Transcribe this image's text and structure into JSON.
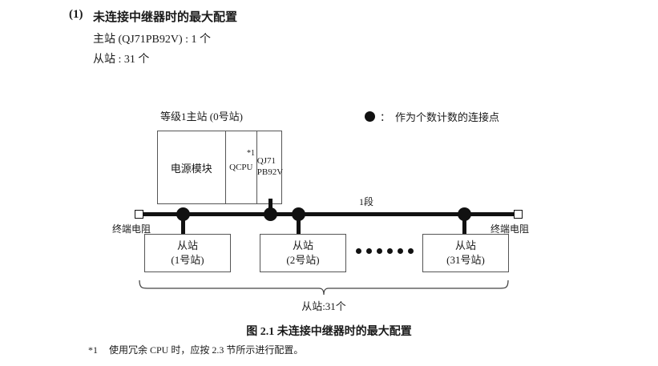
{
  "heading": {
    "number": "(1)",
    "title": "未连接中继器时的最大配置",
    "spec_master": "主站 (QJ71PB92V) : 1 个",
    "spec_slave": "从站 : 31 个"
  },
  "legend": {
    "icon": "filled-circle-icon",
    "separator": "：",
    "text": "作为个数计数的连接点"
  },
  "diagram": {
    "master": {
      "caption": "等级1主站 (0号站)",
      "cells": [
        {
          "label": "电源模块"
        },
        {
          "label": "QCPU",
          "superscript": "*1"
        },
        {
          "line1": "QJ71",
          "line2": "PB92V"
        }
      ]
    },
    "bus": {
      "segment_label": "1段",
      "terminator_left": "终端电阻",
      "terminator_right": "终端电阻",
      "terminator_icon": "terminating-resistor-icon",
      "node_icon": "connection-node-icon"
    },
    "slaves": [
      {
        "title": "从站",
        "subtitle": "(1号站)"
      },
      {
        "title": "从站",
        "subtitle": "(2号站)"
      },
      {
        "title": "从站",
        "subtitle": "(31号站)"
      }
    ],
    "ellipsis_dots": 6,
    "brace_label": "从站:31个"
  },
  "figure_caption": "图 2.1  未连接中继器时的最大配置",
  "footnote": {
    "mark": "*1",
    "text": "使用冗余 CPU 时，应按 2.3 节所示进行配置。"
  }
}
